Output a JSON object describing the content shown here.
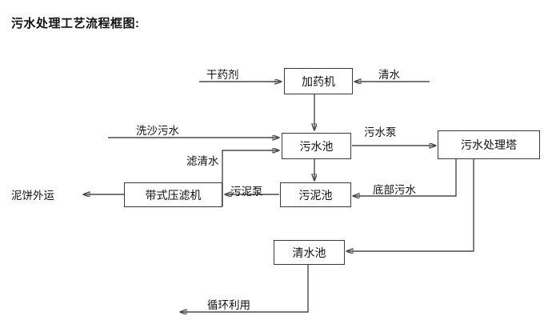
{
  "title": "污水处理工艺流程框图:",
  "nodes": {
    "dosing_machine": "加药机",
    "wastewater_pool": "污水池",
    "treatment_tower": "污水处理塔",
    "belt_filter_press": "带式压滤机",
    "sludge_pool": "污泥池",
    "clean_water_pool": "清水池"
  },
  "edge_labels": {
    "dry_agent": "干药剂",
    "clean_water_in": "清水",
    "sand_wash_wastewater": "洗沙污水",
    "filtered_clear_water": "滤清水",
    "wastewater_pump": "污水泵",
    "sludge_pump": "污泥泵",
    "bottom_wastewater": "底部污水",
    "mud_cake_out": "泥饼外运",
    "recycle_reuse": "循环利用"
  },
  "style": {
    "line_color": "#4a4a4a",
    "text_color": "#111111",
    "background": "#ffffff"
  }
}
